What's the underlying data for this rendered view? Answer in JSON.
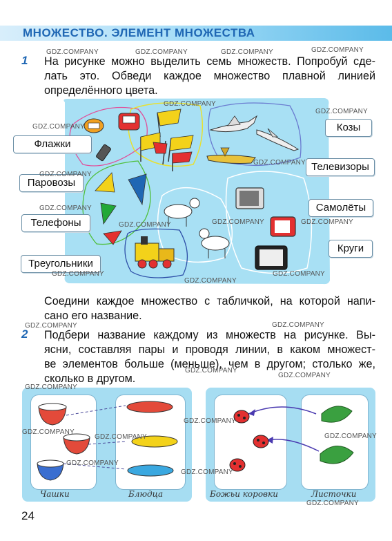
{
  "header": {
    "title": "МНОЖЕСТВО. ЭЛЕМЕНТ МНОЖЕСТВА"
  },
  "task1": {
    "number": "1",
    "lines": [
      "На рисунке можно выделить семь множеств. Попробуй сде-",
      "лать это. Обведи каждое множество плавной линией",
      "определённого цвета."
    ],
    "labels_left": [
      "Флажки",
      "Паровозы",
      "Телефоны",
      "Треугольники"
    ],
    "labels_right": [
      "Козы",
      "Телевизоры",
      "Самолёты",
      "Круги"
    ],
    "after_lines": [
      "Соедини каждое множество с табличкой, на которой напи-",
      "сано его название."
    ]
  },
  "task2": {
    "number": "2",
    "lines": [
      "Подбери название каждому из множеств на рисунке. Вы-",
      "ясни, составляя пары и проводя линии, в каком множест-",
      "ве элементов больше (меньше), чем в другом; столько же,",
      "сколько в другом."
    ],
    "captions": [
      "Чашки",
      "Блюдца",
      "Божьи коровки",
      "Листочки"
    ]
  },
  "page_number": "24",
  "watermark": "GDZ.COMPANY"
}
